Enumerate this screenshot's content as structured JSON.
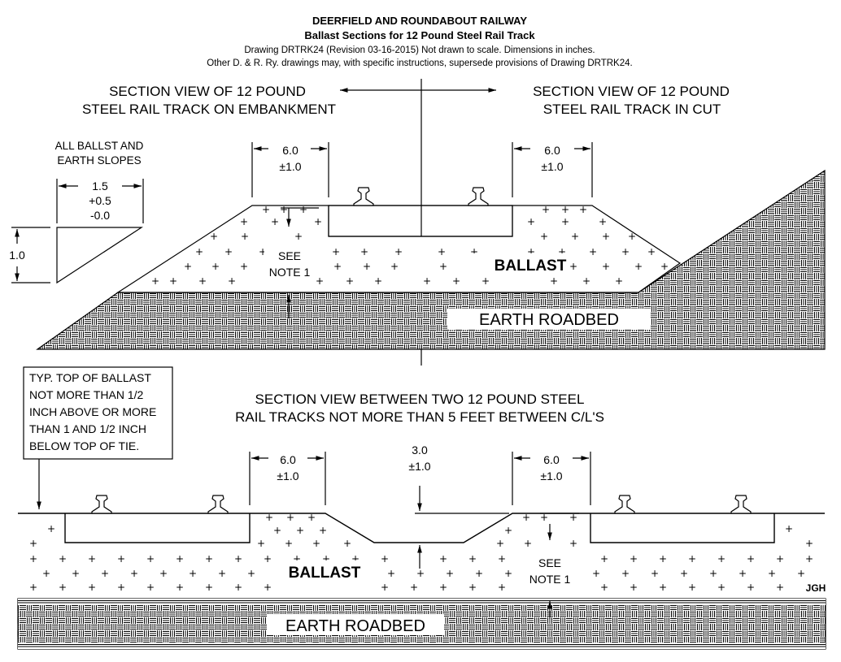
{
  "header": {
    "railway": "DEERFIELD AND ROUNDABOUT RAILWAY",
    "subtitle": "Ballast Sections for 12 Pound Steel Rail Track",
    "drawing_line": "Drawing DRTRK24  (Revision 03-16-2015)   Not drawn to scale.  Dimensions in inches.",
    "supersede_line": "Other D. & R. Ry. drawings may, with specific instructions, supersede provisions of Drawing DRTRK24."
  },
  "embankment_view": {
    "title_line1": "SECTION VIEW OF 12 POUND",
    "title_line2": "STEEL RAIL TRACK ON EMBANKMENT"
  },
  "cut_view": {
    "title_line1": "SECTION VIEW OF 12 POUND",
    "title_line2": "STEEL RAIL TRACK IN CUT"
  },
  "slopes": {
    "label_line1": "ALL BALLST AND",
    "label_line2": "EARTH SLOPES",
    "run": "1.5",
    "run_plus": "+0.5",
    "run_minus": "-0.0",
    "rise": "1.0"
  },
  "dims": {
    "shoulder": "6.0",
    "shoulder_tol": "±1.0",
    "center": "3.0",
    "center_tol": "±1.0"
  },
  "labels": {
    "see": "SEE",
    "note1": "NOTE 1",
    "ballast": "BALLAST",
    "earth_roadbed": "EARTH ROADBED",
    "initials": "JGH"
  },
  "note_box": {
    "line1": "TYP. TOP OF BALLAST",
    "line2": "NOT MORE THAN 1/2",
    "line3": "INCH ABOVE OR MORE",
    "line4": "THAN 1 AND 1/2 INCH",
    "line5": "BELOW TOP OF TIE."
  },
  "double_view": {
    "title_line1": "SECTION VIEW BETWEEN TWO 12 POUND STEEL",
    "title_line2": "RAIL TRACKS NOT MORE THAN 5 FEET BETWEEN C/L'S"
  }
}
